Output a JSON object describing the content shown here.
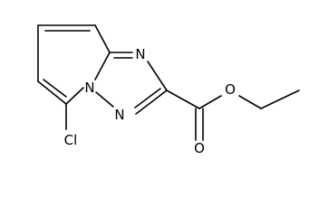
{
  "molecule": {
    "atoms": {
      "n_bridge": "N",
      "n_triazole_top": "N",
      "n_triazole_bottom": "N",
      "o_ester": "O",
      "o_carbonyl": "O",
      "cl": "Cl"
    }
  }
}
